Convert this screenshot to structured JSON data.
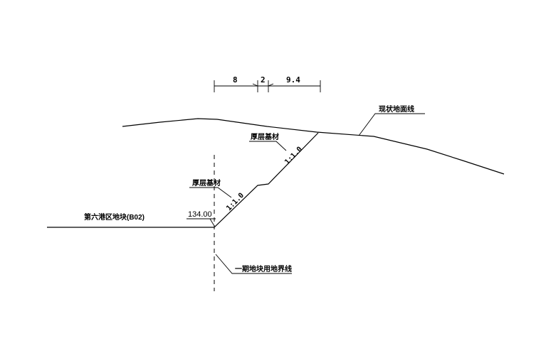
{
  "dimensions": [
    "8",
    "2",
    "9.4"
  ],
  "labels": {
    "existing_ground": "现状地面线",
    "fill_material_upper": "厚层基材",
    "fill_material_lower": "厚层基材",
    "plot_name": "第六港区地块(B02)",
    "elevation": "134.00",
    "boundary": "一期地块用地界线"
  },
  "slopes": [
    "1:1.0",
    "1:1.0"
  ]
}
